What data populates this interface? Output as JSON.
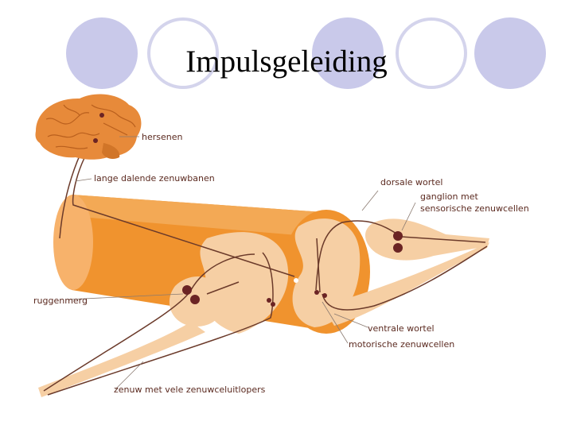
{
  "slide": {
    "title": "Impulsgeleiding"
  },
  "diagram": {
    "labels": {
      "brain": "hersenen",
      "descending_tracts": "lange dalende zenuwbanen",
      "dorsal_root": "dorsale wortel",
      "ganglion_line1": "ganglion met",
      "ganglion_line2": "sensorische zenuwcellen",
      "spinal_cord": "ruggenmerg",
      "ventral_root": "ventrale wortel",
      "motor_cells": "motorische zenuwcellen",
      "nerve": "zenuw met vele zenuwceluitlopers"
    },
    "colors": {
      "cord": "#f0932e",
      "cord_light": "#f3a955",
      "grey_matter": "#f6cfa4",
      "neuron": "#6b2424",
      "fiber": "#6b3a2a"
    }
  }
}
